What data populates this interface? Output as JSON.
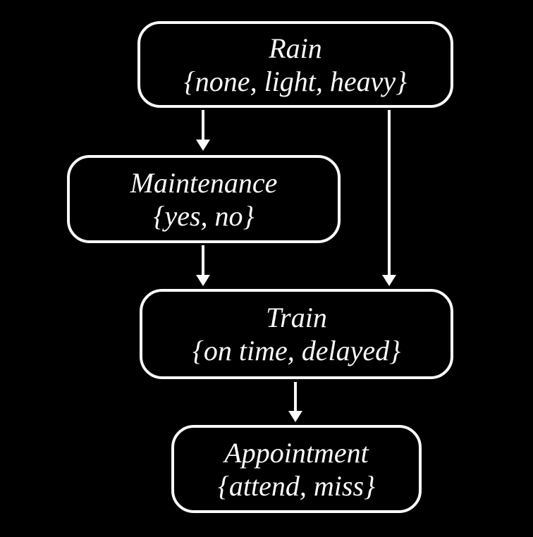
{
  "diagram": {
    "type": "bayesian-network",
    "background_color": "#000000",
    "stroke_color": "#fbfbfb",
    "text_color": "#fbfbfb",
    "nodes": [
      {
        "id": "rain",
        "label": "Rain",
        "domain": "{none, light, heavy}"
      },
      {
        "id": "maintenance",
        "label": "Maintenance",
        "domain": "{yes, no}"
      },
      {
        "id": "train",
        "label": "Train",
        "domain": "{on time, delayed}"
      },
      {
        "id": "appointment",
        "label": "Appointment",
        "domain": "{attend, miss}"
      }
    ],
    "edges": [
      {
        "from": "rain",
        "to": "maintenance"
      },
      {
        "from": "rain",
        "to": "train"
      },
      {
        "from": "maintenance",
        "to": "train"
      },
      {
        "from": "train",
        "to": "appointment"
      }
    ]
  }
}
